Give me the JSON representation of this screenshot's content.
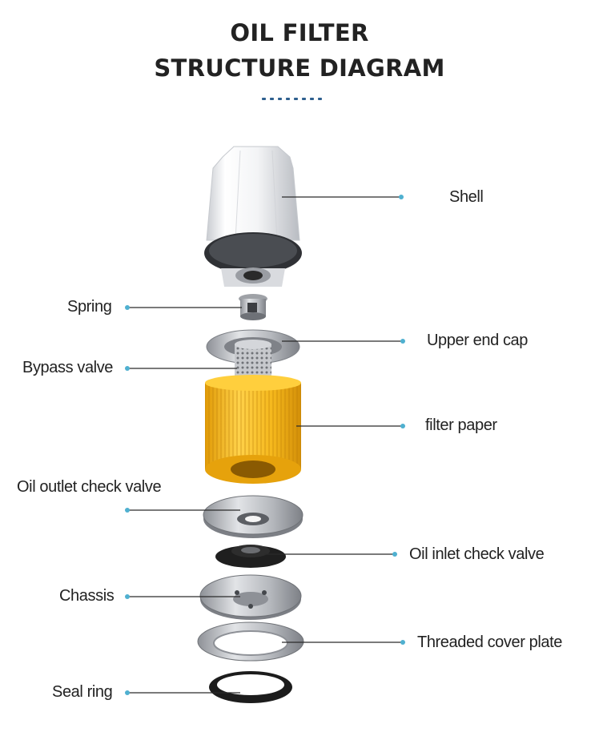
{
  "title": {
    "line1": "OIL FILTER",
    "line2": "STRUCTURE DIAGRAM"
  },
  "colors": {
    "leader_line": "#2b2b2b",
    "leader_dot": "#4fb0d0",
    "title_dots": "#2e5f8f",
    "filter_paper": "#f3b61f",
    "shell_body": "#f1f2f4",
    "metal": "#a9acb1",
    "rubber": "#1f1f1f"
  },
  "parts": {
    "shell": "Shell",
    "spring": "Spring",
    "upper_end_cap": "Upper end cap",
    "bypass_valve": "Bypass valve",
    "filter_paper": "filter paper",
    "oil_outlet_check_valve": "Oil outlet check valve",
    "oil_inlet_check_valve": "Oil inlet check valve",
    "chassis": "Chassis",
    "threaded_cover_plate": "Threaded cover plate",
    "seal_ring": "Seal ring"
  }
}
